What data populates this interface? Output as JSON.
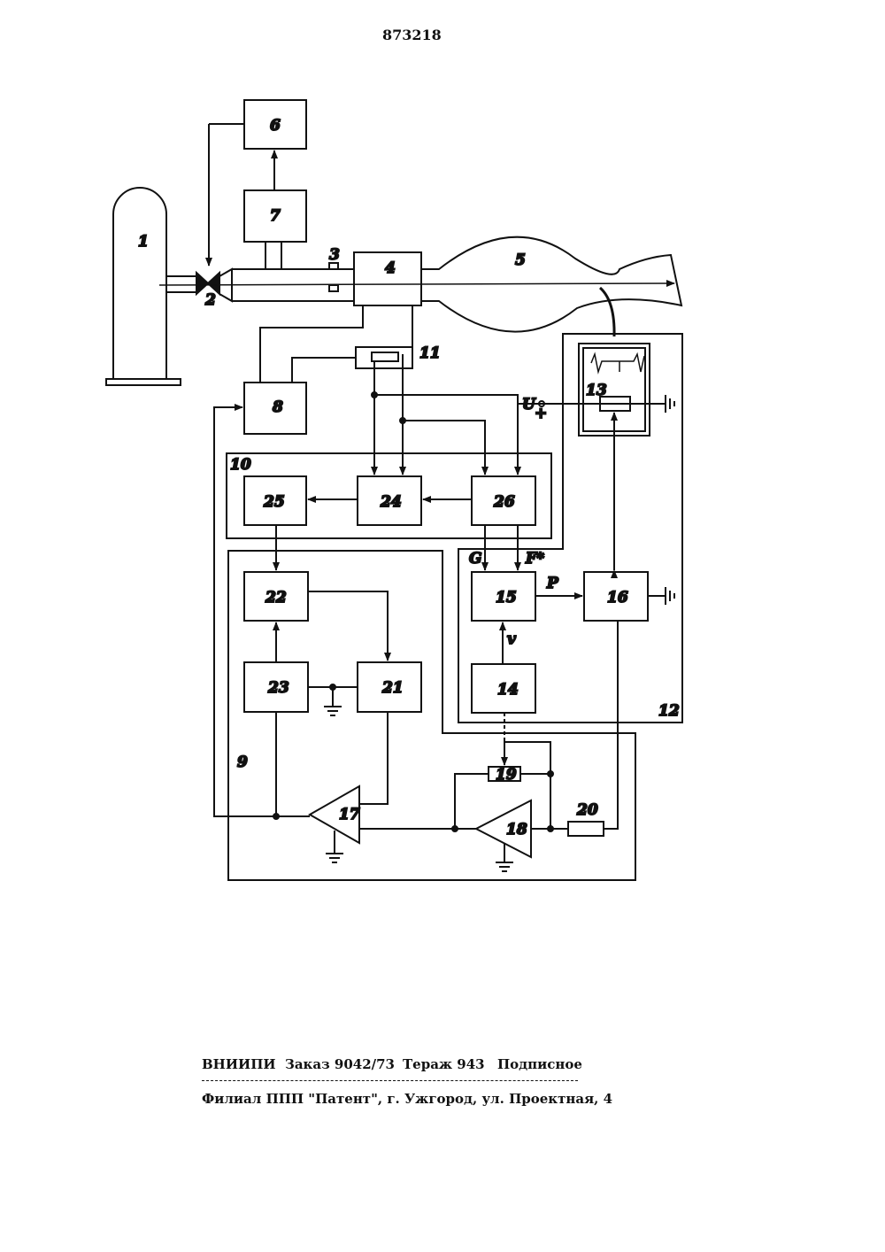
{
  "patent_number": "873218",
  "diagram": {
    "labels": {
      "b1": "1",
      "b2": "2",
      "b3": "3",
      "b4": "4",
      "b5": "5",
      "b6": "6",
      "b7": "7",
      "b8": "8",
      "b9": "9",
      "b10": "10",
      "b11": "11",
      "b12": "12",
      "b13": "13",
      "b14": "14",
      "b15": "15",
      "b16": "16",
      "b17": "17",
      "b18": "18",
      "b19": "19",
      "b20": "20",
      "b21": "21",
      "b22": "22",
      "b23": "23",
      "b24": "24",
      "b25": "25",
      "b26": "26"
    },
    "signals": {
      "u": "U",
      "plus": "+",
      "g": "G",
      "f": "F*",
      "p": "P",
      "v": "v"
    }
  },
  "footer": {
    "org": "ВНИИПИ",
    "order": "Заказ 9042/73",
    "print_run": "Тераж 943",
    "subscription": "Подписное",
    "branch": "Филиал ППП \"Патент\", г. Ужгород, ул. Проектная, 4"
  }
}
